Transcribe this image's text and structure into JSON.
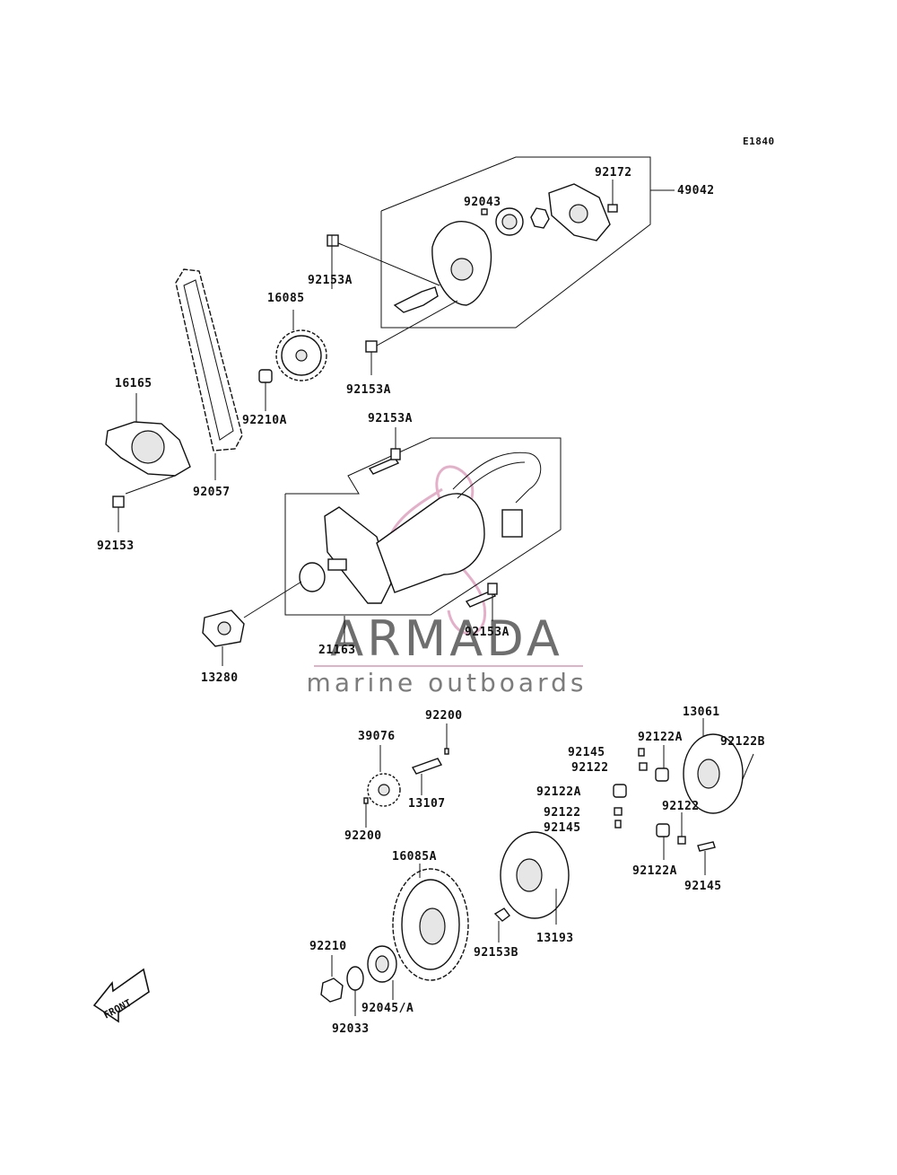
{
  "diagram_code": "E1840",
  "parts": {
    "p49042": "49042",
    "p92172": "92172",
    "p92043": "92043",
    "p92153A_1": "92153A",
    "p16085": "16085",
    "p92153A_2": "92153A",
    "p16165": "16165",
    "p92210A": "92210A",
    "p92153A_3": "92153A",
    "p92057": "92057",
    "p92153": "92153",
    "p92153A_4": "92153A",
    "p21163": "21163",
    "p13280": "13280",
    "p92200_1": "92200",
    "p39076": "39076",
    "p13107": "13107",
    "p92200_2": "92200",
    "p13061": "13061",
    "p92145_1": "92145",
    "p92122A_1": "92122A",
    "p92122B": "92122B",
    "p92122_1": "92122",
    "p92122A_2": "92122A",
    "p92122_2": "92122",
    "p92145_2": "92145",
    "p92122_3": "92122",
    "p92122A_3": "92122A",
    "p92145_3": "92145",
    "p16085A": "16085A",
    "p13193": "13193",
    "p92153B": "92153B",
    "p92210": "92210",
    "p92045A": "92045/A",
    "p92033": "92033"
  },
  "front_label": "FRONT",
  "watermark": {
    "brand": "ARMADA",
    "tagline": "marine outboards",
    "accent_color": "#e0a3c0"
  }
}
